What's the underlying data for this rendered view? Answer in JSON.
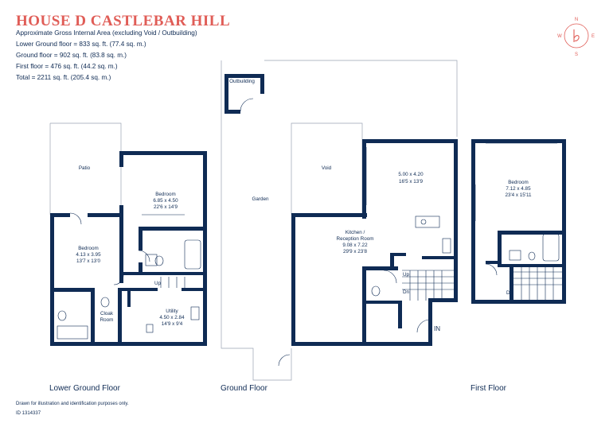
{
  "header": {
    "title": "HOUSE D CASTLEBAR HILL",
    "lines": [
      "Approximate Gross Internal Area (excluding Void / Outbuilding)",
      "Lower Ground floor = 833 sq. ft. (77.4 sq. m.)",
      "Ground floor = 902 sq. ft. (83.8 sq. m.)",
      "First floor  = 476 sq. ft. (44.2 sq. m.)",
      "Total =  2211 sq. ft. (205.4 sq. m.)"
    ]
  },
  "compass": {
    "n": "N",
    "s": "S",
    "e": "E",
    "w": "W",
    "color": "#e05d57"
  },
  "colors": {
    "wall": "#0f2b54",
    "accent": "#e05d57",
    "outline": "#9aa4b4"
  },
  "floors": {
    "lower": {
      "label": "Lower Ground Floor",
      "patio": "Patio",
      "bedroom1": {
        "name": "Bedroom",
        "dim_m": "6.85 x 4.50",
        "dim_ft": "22'6 x 14'9"
      },
      "bedroom2": {
        "name": "Bedroom",
        "dim_m": "4.13 x 3.95",
        "dim_ft": "13'7 x 13'0"
      },
      "cloak": {
        "l1": "Cloak",
        "l2": "Room"
      },
      "utility": {
        "name": "Utility",
        "dim_m": "4.50 x 2.84",
        "dim_ft": "14'9 x 9'4"
      },
      "up": "Up"
    },
    "ground": {
      "label": "Ground Floor",
      "outbuilding": "Outbuilding",
      "garden": "Garden",
      "void": "Void",
      "room": {
        "dim_m": "5.00 x 4.20",
        "dim_ft": "16'5 x 13'9"
      },
      "kitchen": {
        "l1": "Kitchen /",
        "l2": "Reception Room",
        "dim_m": "9.08 x 7.22",
        "dim_ft": "29'9 x 23'8"
      },
      "up": "Up",
      "dn": "Dn",
      "in": "IN"
    },
    "first": {
      "label": "First Floor",
      "bedroom": {
        "name": "Bedroom",
        "dim_m": "7.12 x 4.85",
        "dim_ft": "23'4 x 15'11"
      },
      "dn": "Dn"
    }
  },
  "footer": {
    "disclaimer": "Drawn for illustration and identification purposes only.",
    "id": "ID 1314337"
  }
}
